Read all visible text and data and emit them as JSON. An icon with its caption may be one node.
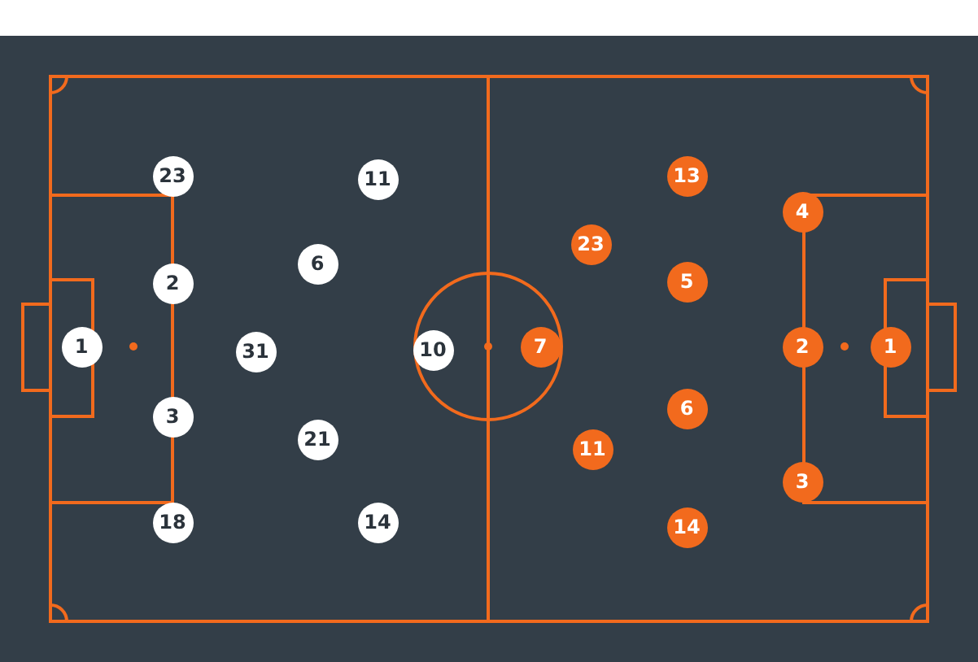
{
  "diagram": {
    "nodes": [
      {
        "text": [
          "23"
        ]
      },
      {
        "text": [
          "11"
        ]
      },
      {
        "text": [
          "6"
        ]
      },
      {
        "text": [
          "2"
        ]
      },
      {
        "text": [
          "1"
        ]
      },
      {
        "text": [
          "31"
        ]
      },
      {
        "text": [
          "10"
        ]
      },
      {
        "text": [
          "3"
        ]
      },
      {
        "text": [
          "21"
        ]
      },
      {
        "text": [
          "18"
        ]
      },
      {
        "text": [
          "14"
        ]
      },
      {
        "text": [
          "13"
        ]
      },
      {
        "text": [
          "4"
        ]
      },
      {
        "text": [
          "23"
        ]
      },
      {
        "text": [
          "5"
        ]
      },
      {
        "text": [
          "7"
        ]
      },
      {
        "text": [
          "2"
        ]
      },
      {
        "text": [
          "1"
        ]
      },
      {
        "text": [
          "6"
        ]
      },
      {
        "text": [
          "11"
        ]
      },
      {
        "text": [
          "3"
        ]
      },
      {
        "text": [
          "14"
        ]
      }
    ]
  }
}
